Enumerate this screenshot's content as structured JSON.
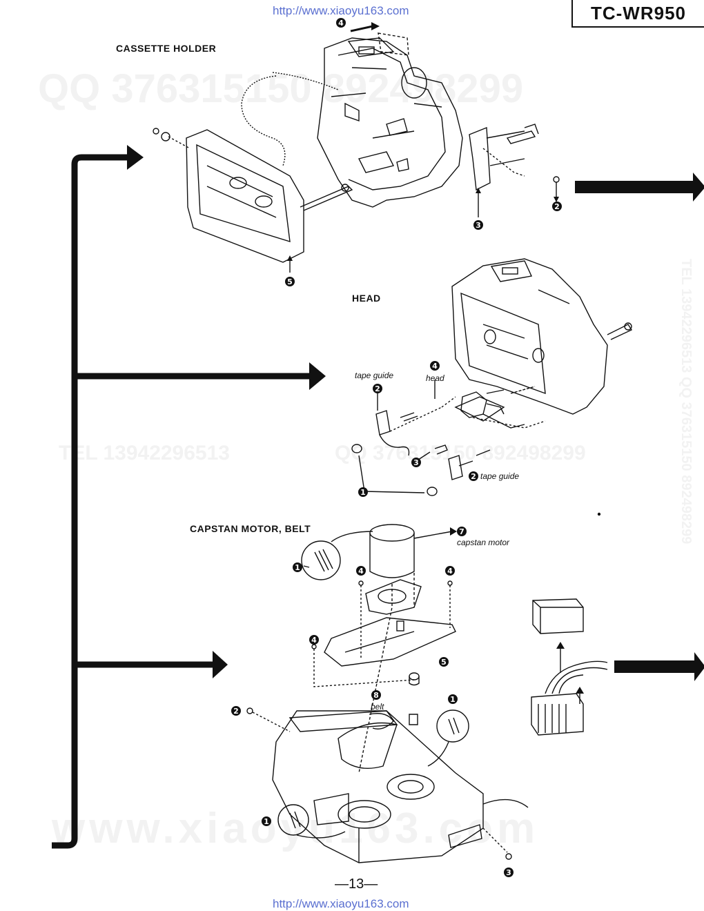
{
  "header": {
    "url_top": "http://www.xiaoyu163.com",
    "model": "TC-WR950"
  },
  "footer": {
    "page_number": "—13—",
    "url_bottom": "http://www.xiaoyu163.com"
  },
  "watermarks": {
    "qq_top": "QQ 376315150 892498299",
    "tel_mid": "TEL 13942296513",
    "qq_mid": "QQ 376315150 892498299",
    "side_right": "TEL 13942296513 QQ 376315150 892498299",
    "bottom": "www.xiaoyu163.com"
  },
  "sections": {
    "cassette_holder": {
      "title": "CASSETTE HOLDER",
      "callouts": [
        "4",
        "2",
        "3",
        "5"
      ]
    },
    "head": {
      "title": "HEAD",
      "labels": {
        "tape_guide_top": "tape guide",
        "head": "head",
        "tape_guide_bottom": "tape guide"
      },
      "callouts": [
        "2",
        "4",
        "3",
        "2",
        "1"
      ]
    },
    "capstan": {
      "title": "CAPSTAN MOTOR, BELT",
      "labels": {
        "capstan_motor": "capstan motor",
        "belt": "belt"
      },
      "callouts": [
        "7",
        "1",
        "4",
        "4",
        "4",
        "5",
        "8",
        "2",
        "1",
        "1",
        "3"
      ]
    }
  },
  "colors": {
    "ink": "#111111",
    "url": "#5a6fd0",
    "watermark": "#f2f2f2"
  }
}
